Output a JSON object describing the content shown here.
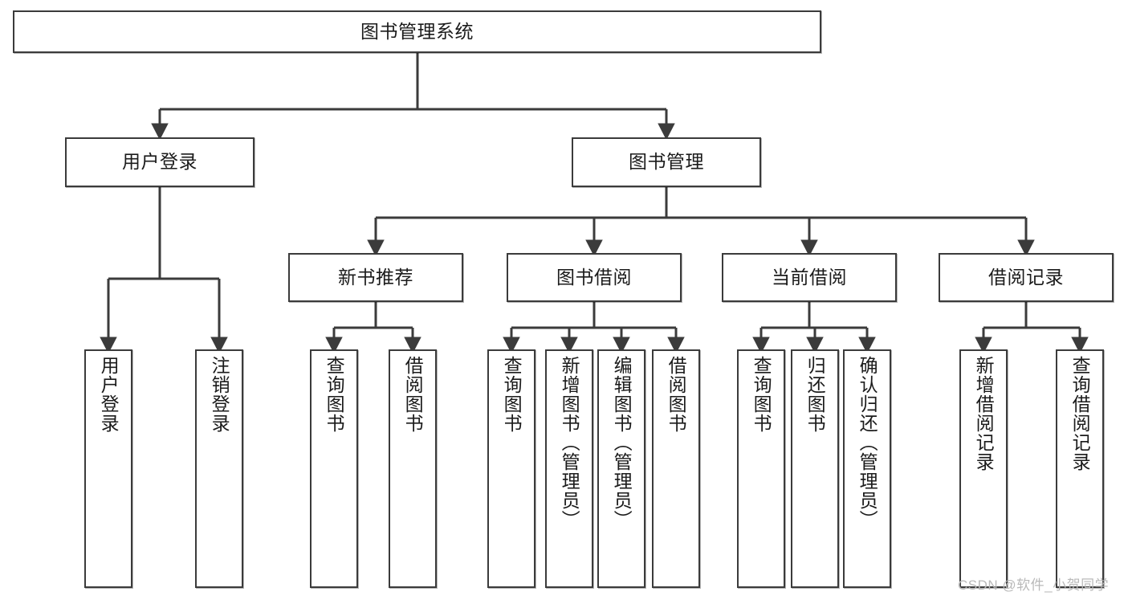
{
  "diagram": {
    "title": "图书管理系统",
    "type": "function-structure-tree",
    "watermark": "CSDN @软件_小贺同学",
    "colors": {
      "box_border": "#3b3b3b",
      "box_fill": "#ffffff",
      "connector": "#3b3b3b",
      "text": "#1b1b1b",
      "watermark": "#b9b9b9",
      "background": "#ffffff"
    },
    "root": {
      "label": "图书管理系统"
    },
    "level2": [
      {
        "label": "用户登录"
      },
      {
        "label": "图书管理"
      }
    ],
    "level3": [
      {
        "label": "新书推荐"
      },
      {
        "label": "图书借阅"
      },
      {
        "label": "当前借阅"
      },
      {
        "label": "借阅记录"
      }
    ],
    "leaves": {
      "user_login": [
        {
          "label": "用户登录"
        },
        {
          "label": "注销登录"
        }
      ],
      "new_book_recommend": [
        {
          "label": "查询图书"
        },
        {
          "label": "借阅图书"
        }
      ],
      "book_borrow": [
        {
          "label": "查询图书"
        },
        {
          "label": "新增图书（管理员）"
        },
        {
          "label": "编辑图书（管理员）"
        },
        {
          "label": "借阅图书"
        }
      ],
      "current_borrow": [
        {
          "label": "查询图书"
        },
        {
          "label": "归还图书"
        },
        {
          "label": "确认归还（管理员）"
        }
      ],
      "borrow_record": [
        {
          "label": "新增借阅记录"
        },
        {
          "label": "查询借阅记录"
        }
      ]
    }
  }
}
